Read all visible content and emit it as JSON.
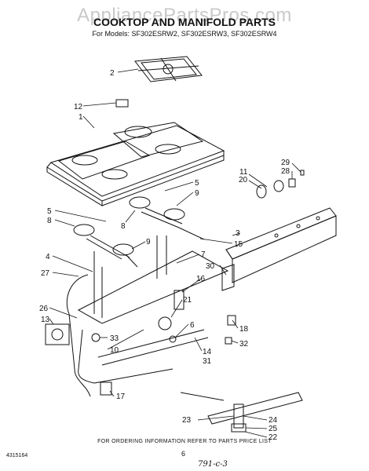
{
  "watermark": "AppliancePartsPros.com",
  "title": "COOKTOP AND MANIFOLD PARTS",
  "models": "For Models: SF302ESRW2, SF302ESRW3, SF302ESRW4",
  "footer": "FOR ORDERING INFORMATION REFER TO PARTS PRICE LIST",
  "page_number": "6",
  "doc_number": "4315164",
  "handwritten_note": "791-c-3",
  "callouts": [
    "2",
    "12",
    "1",
    "5",
    "9",
    "8",
    "7",
    "3",
    "4",
    "27",
    "30",
    "16",
    "21",
    "11",
    "20",
    "29",
    "28",
    "15",
    "26",
    "13",
    "33",
    "10",
    "6",
    "18",
    "32",
    "14",
    "31",
    "17",
    "23",
    "24",
    "25",
    "22"
  ],
  "colors": {
    "line": "#111111",
    "watermark": "#c9c9c9"
  }
}
